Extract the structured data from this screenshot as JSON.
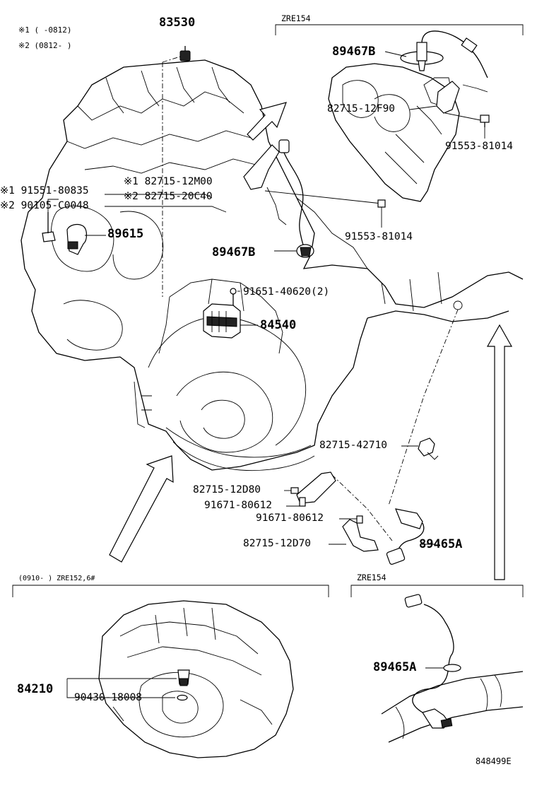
{
  "notes": {
    "note1": "※1 (    -0812)",
    "note2": "※2 (0812-    )"
  },
  "sections": {
    "top_right_engine": "ZRE154",
    "bottom_left": "(0910-    ) ZRE152,6#",
    "bottom_right": "ZRE154"
  },
  "labels": {
    "p83530": "83530",
    "p89467B_top": "89467B",
    "p82715_12F90": "82715-12F90",
    "p91553_81014_top": "91553-81014",
    "p82715_12M00": "※1 82715-12M00",
    "p82715_20C40": "※2 82715-20C40",
    "p91551_80835": "※1 91551-80835",
    "p90105_C0048": "※2 90105-C0048",
    "p89615": "89615",
    "p91553_81014_mid": "91553-81014",
    "p89467B_mid": "89467B",
    "p91651_40620": "91651-40620(2)",
    "p84540": "84540",
    "p82715_42710": "82715-42710",
    "p82715_12D80": "82715-12D80",
    "p91671_80612_a": "91671-80612",
    "p91671_80612_b": "91671-80612",
    "p82715_12D70": "82715-12D70",
    "p89465A_mid": "89465A",
    "p84210": "84210",
    "p90430_18008": "90430-18008",
    "p89465A_bottom": "89465A",
    "diagram_code": "848499E"
  }
}
